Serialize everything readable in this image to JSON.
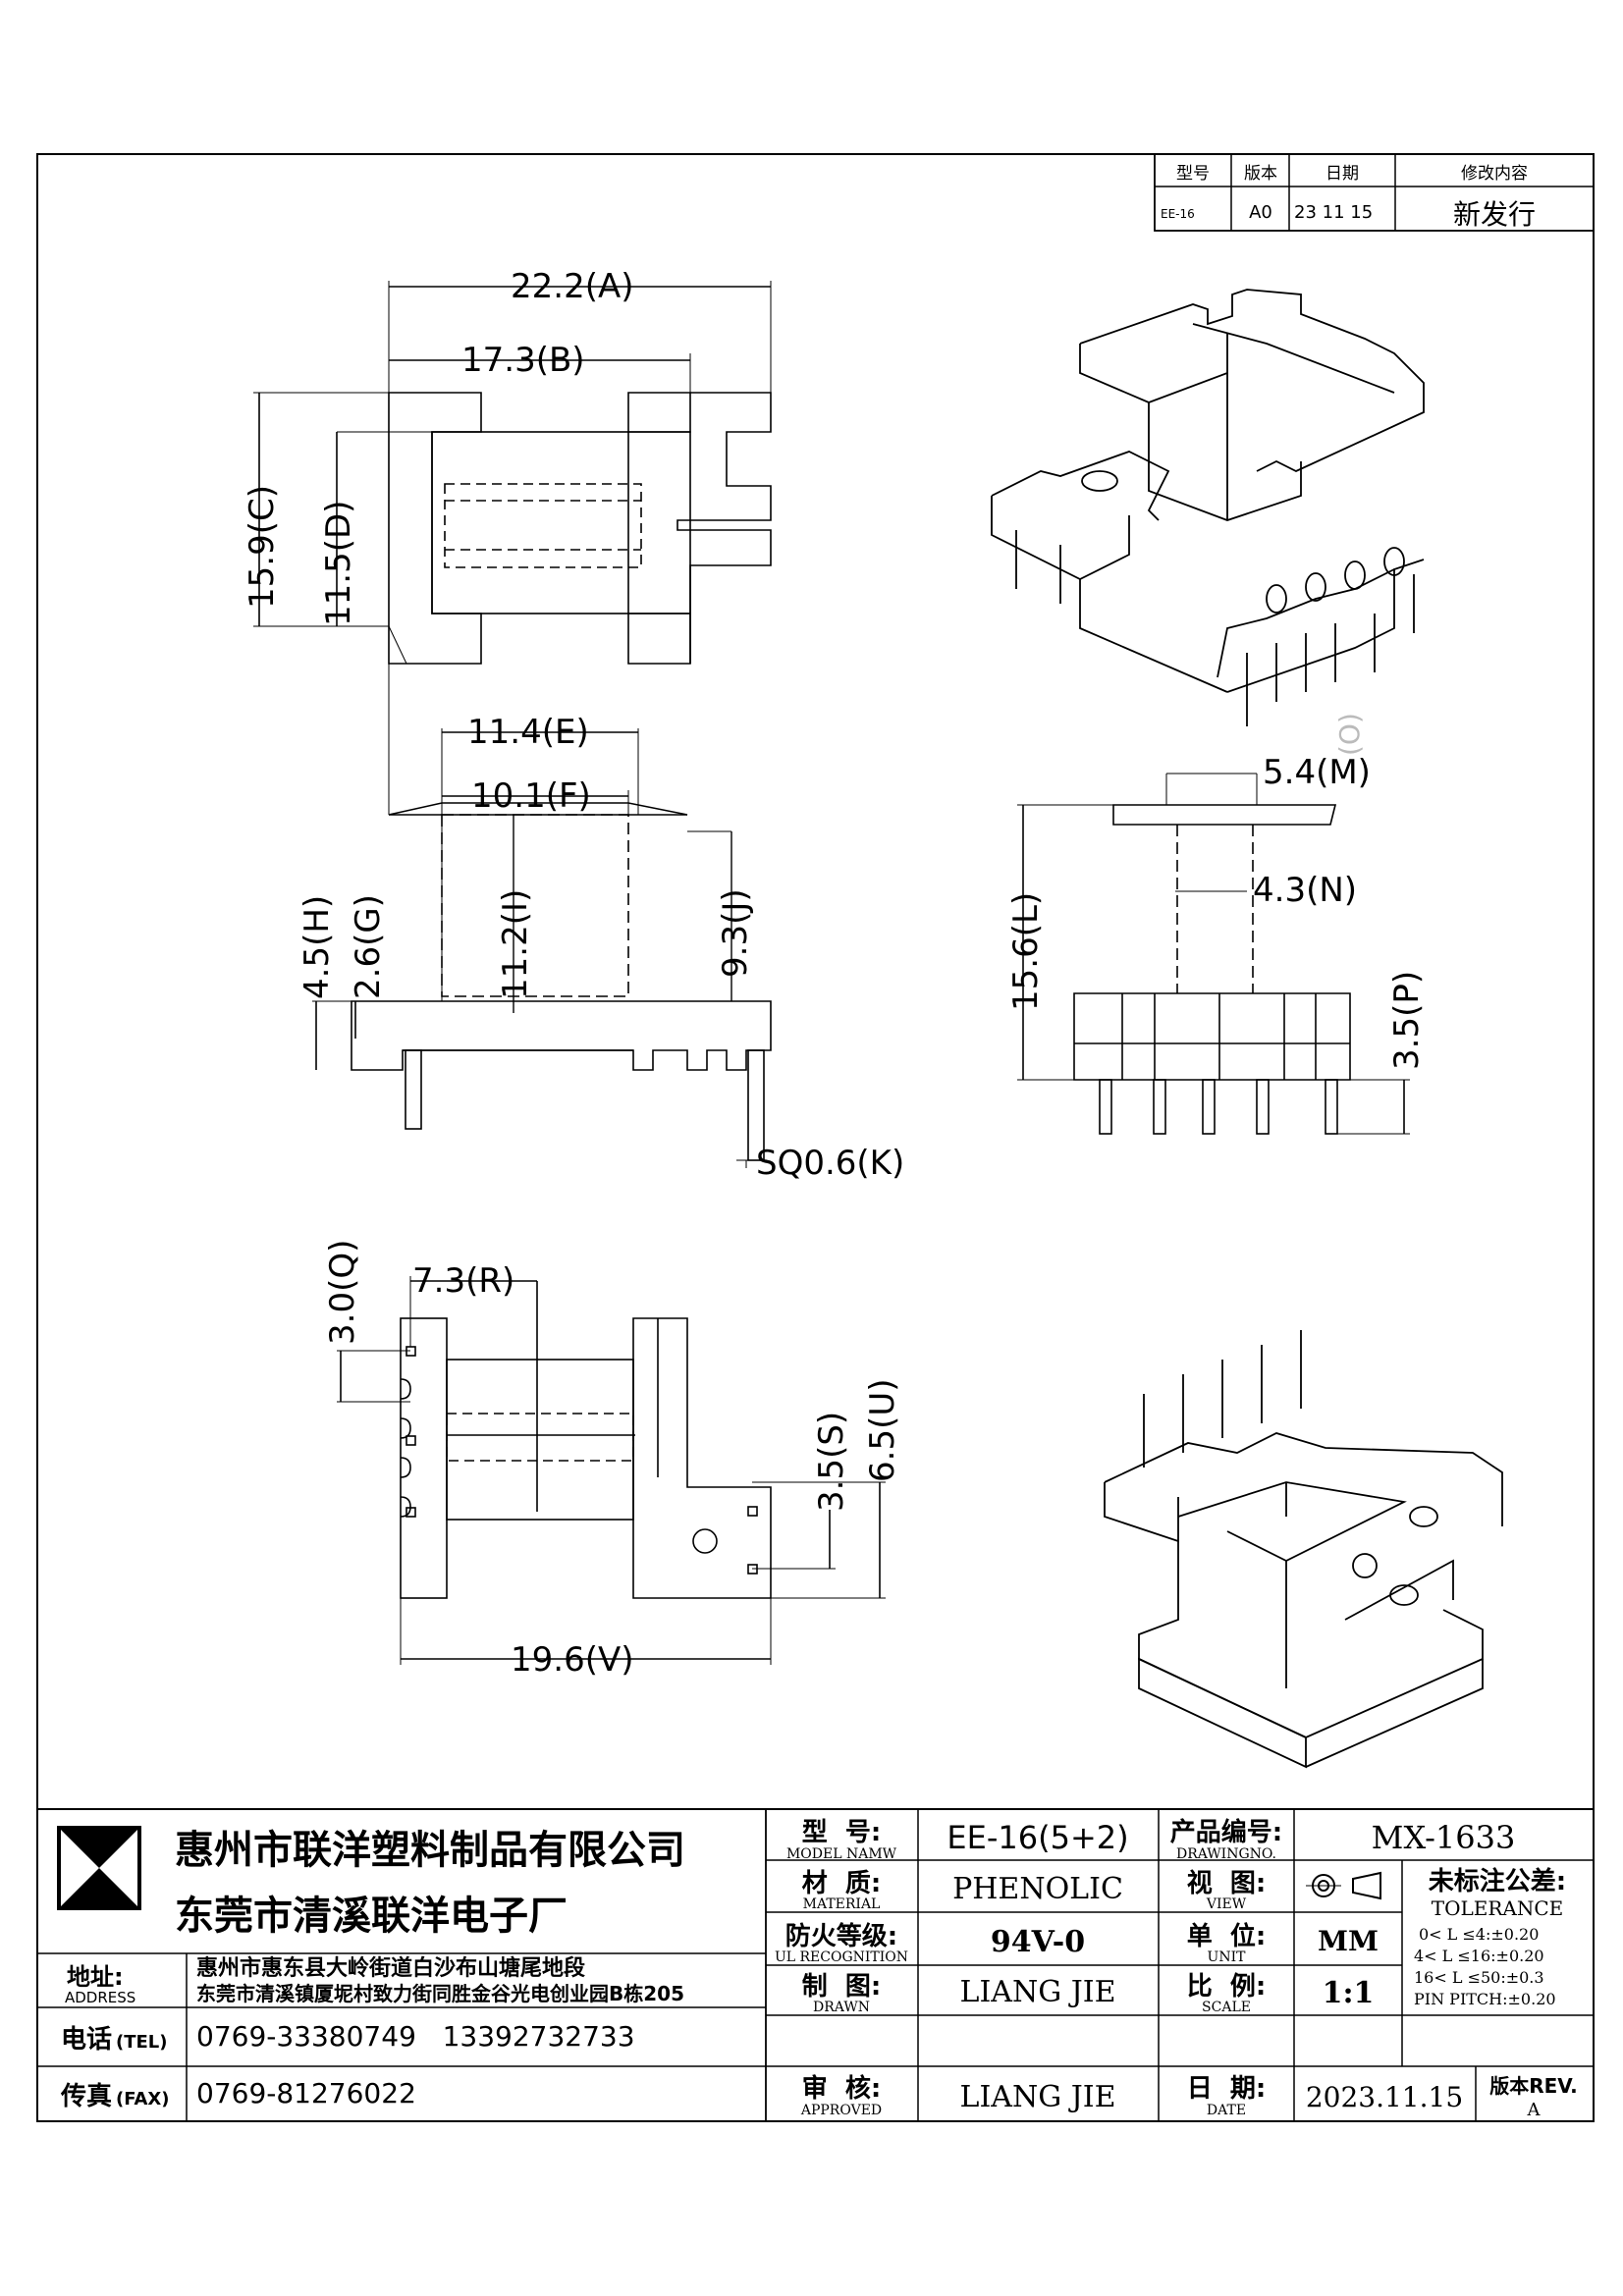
{
  "revision_table": {
    "headers": [
      "型号",
      "版本",
      "日期",
      "修改内容"
    ],
    "row": {
      "model": "EE-16",
      "version": "A0",
      "date": "23 11 15",
      "change": "新发行"
    }
  },
  "dimensions": {
    "A": "22.2(A)",
    "B": "17.3(B)",
    "C": "15.9(C)",
    "D": "11.5(D)",
    "E": "11.4(E)",
    "F": "10.1(F)",
    "G": "2.6(G)",
    "H": "4.5(H)",
    "I": "11.2(I)",
    "J": "9.3(J)",
    "K": "SQ0.6(K)",
    "L": "15.6(L)",
    "M": "5.4(M)",
    "N": "4.3(N)",
    "O": "(O)",
    "P": "3.5(P)",
    "Q": "3.0(Q)",
    "R": "7.3(R)",
    "S": "3.5(S)",
    "U": "6.5(U)",
    "V": "19.6(V)"
  },
  "title_block": {
    "company_1": "惠州市联洋塑料制品有限公司",
    "company_2": "东莞市清溪联洋电子厂",
    "address_label": "地址:",
    "address_label_en": "ADDRESS",
    "address_1": "惠州市惠东县大岭街道白沙布山塘尾地段",
    "address_2": "东莞市清溪镇厦坭村致力街同胜金谷光电创业园B栋205",
    "tel_label": "电话",
    "tel_label_en": "(TEL)",
    "tel": "0769-33380749   13392732733",
    "fax_label": "传真",
    "fax_label_en": "(FAX)",
    "fax": "0769-81276022",
    "model_label": "型  号:",
    "model_label_en": "MODEL NAMW",
    "model": "EE-16(5+2)",
    "product_no_label": "产品编号:",
    "product_no_label_en": "DRAWINGNO.",
    "product_no": "MX-1633",
    "material_label": "材  质:",
    "material_label_en": "MATERIAL",
    "material": "PHENOLIC",
    "view_label": "视  图:",
    "view_label_en": "VIEW",
    "tolerance_label": "未标注公差:",
    "tolerance_label_en": "TOLERANCE",
    "tolerances": [
      "0< L ≤4:±0.20",
      "4< L ≤16:±0.20",
      "16< L ≤50:±0.3",
      "PIN PITCH:±0.20"
    ],
    "fire_label": "防火等级:",
    "fire_label_en": "UL RECOGNITION",
    "fire": "94V-0",
    "unit_label": "单  位:",
    "unit_label_en": "UNIT",
    "unit": "MM",
    "drawn_label": "制  图:",
    "drawn_label_en": "DRAWN",
    "drawn": "LIANG JIE",
    "scale_label": "比  例:",
    "scale_label_en": "SCALE",
    "scale": "1:1",
    "approved_label": "审  核:",
    "approved_label_en": "APPROVED",
    "approved": "LIANG JIE",
    "date_label": "日  期:",
    "date_label_en": "DATE",
    "date": "2023.11.15",
    "rev_label": "版本REV.",
    "rev": "A"
  }
}
